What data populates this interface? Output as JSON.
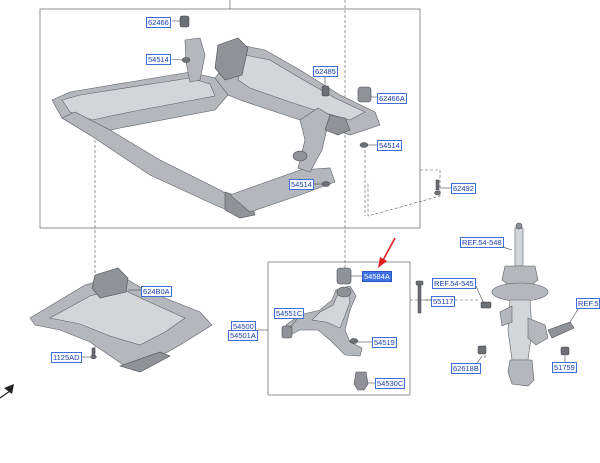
{
  "labels": {
    "l62466_top": "62466",
    "l54514_left": "54514",
    "l62485": "62485",
    "l62466A": "62466A",
    "l54514_right": "54514",
    "l54514_bottom": "54514",
    "l62492": "62492",
    "l624B0A": "624B0A",
    "l1125AD": "1125AD",
    "l54584A": "54584A",
    "l55117": "55117",
    "l54551C": "54551C",
    "l54500": "54500",
    "l54501A": "54501A",
    "l54519": "54519",
    "l54530C": "54530C",
    "lREF548": "REF.54-548",
    "lREF545": "REF.54-545",
    "lREF5": "REF.5",
    "l62618B": "62618B",
    "l51759": "51759"
  },
  "colors": {
    "label_border": "#3e6fd8",
    "label_text": "#1a3fb0",
    "highlight": "#3f72e6",
    "callout_arrow": "#e02020"
  }
}
